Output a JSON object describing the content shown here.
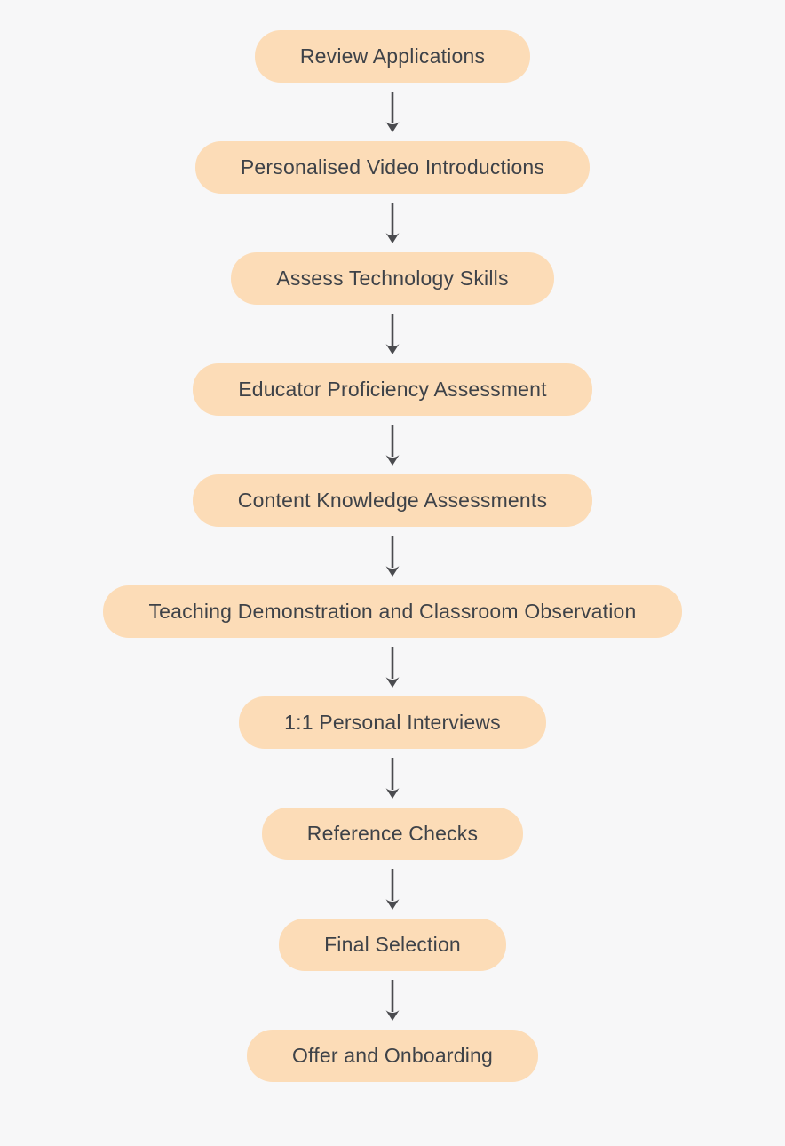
{
  "diagram": {
    "type": "flowchart",
    "orientation": "vertical",
    "connector_icon": "down-arrow-icon",
    "colors": {
      "background": "#F7F7F8",
      "node_fill": "#FCDCB7",
      "node_text": "#3E4248",
      "arrow": "#4A4B4F"
    },
    "steps": [
      {
        "label": "Review Applications"
      },
      {
        "label": "Personalised Video Introductions"
      },
      {
        "label": "Assess Technology Skills"
      },
      {
        "label": "Educator Proficiency Assessment"
      },
      {
        "label": "Content Knowledge Assessments"
      },
      {
        "label": "Teaching Demonstration and Classroom Observation"
      },
      {
        "label": "1:1 Personal Interviews"
      },
      {
        "label": "Reference Checks"
      },
      {
        "label": "Final Selection"
      },
      {
        "label": "Offer and Onboarding"
      }
    ]
  }
}
